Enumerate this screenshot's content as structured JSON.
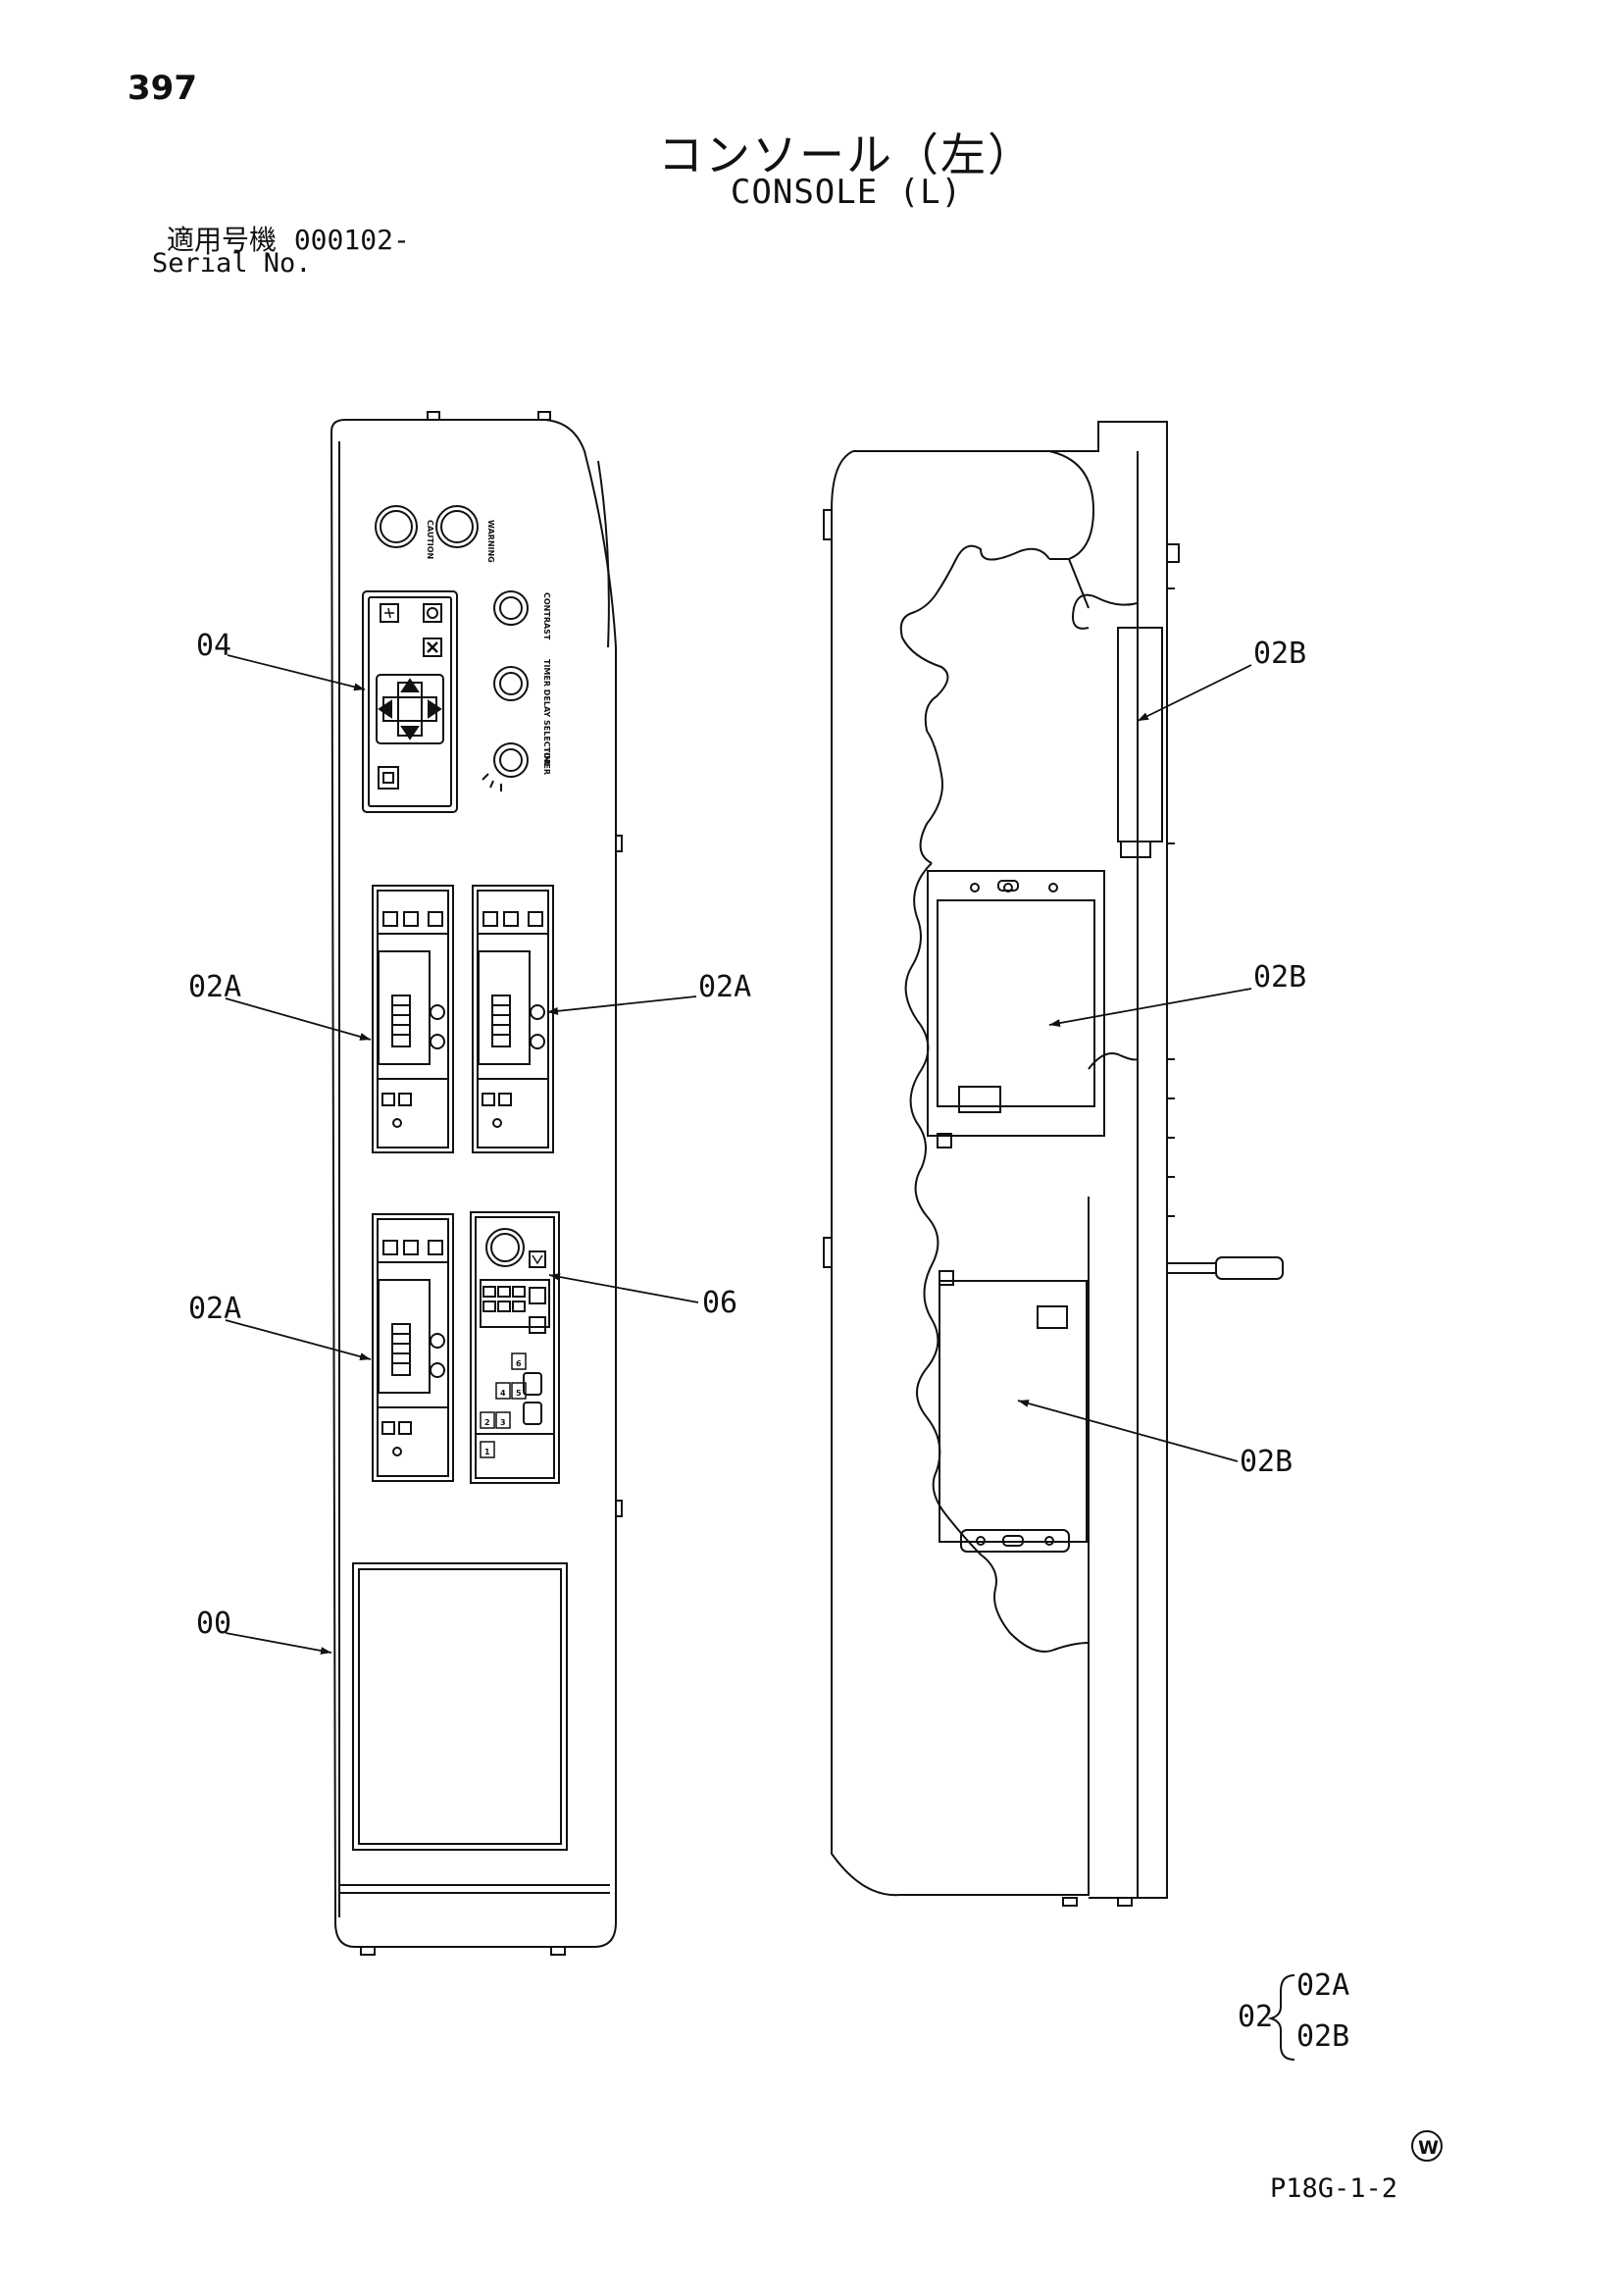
{
  "page_number": "397",
  "title": {
    "japanese": "コンソール（左）",
    "english": "CONSOLE (L)"
  },
  "serial": {
    "label_ja": "適用号機",
    "number": "000102-",
    "label_en": "Serial No."
  },
  "callouts": {
    "part_04": "04",
    "part_02a_upper_left": "02A",
    "part_02a_upper_right": "02A",
    "part_02a_lower": "02A",
    "part_06": "06",
    "part_00": "00",
    "part_02b_top": "02B",
    "part_02b_middle": "02B",
    "part_02b_bottom": "02B"
  },
  "panel_markings": {
    "caution": "CAUTION",
    "warning": "WARNING",
    "contrast": "CONTRAST",
    "timer_delay_selector": "TIMER DELAY SELECTOR",
    "timer": "TIMER"
  },
  "radio_presets": [
    "1",
    "2",
    "3",
    "4",
    "5",
    "6"
  ],
  "legend": {
    "group": "02",
    "items": [
      "02A",
      "02B"
    ]
  },
  "watermark_symbol": "W",
  "figure_code": "P18G-1-2"
}
